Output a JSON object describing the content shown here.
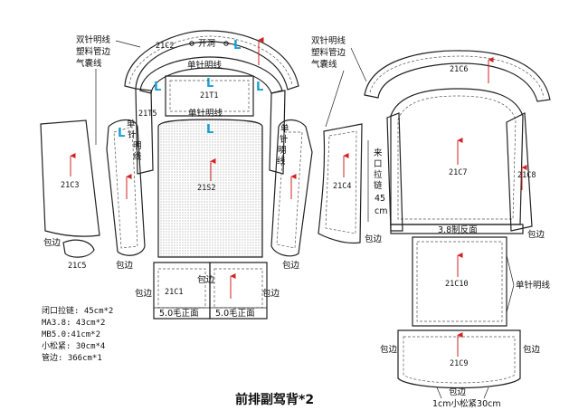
{
  "title": "前排副驾背*2",
  "labels": {
    "twin_needle_1": "双针明线",
    "plastic_piping_1": "塑料管边",
    "airbag_line_1": "气囊线",
    "twin_needle_2": "双针明线",
    "plastic_piping_2": "塑料管边",
    "airbag_line_2": "气囊线",
    "single_needle_top": "单针明线",
    "single_needle_mid": "单针明线",
    "single_needle_right": "单针明线",
    "single_left_v": "单针明线",
    "single_right_v": "单针明线",
    "opening": "开洞",
    "zipper_v": "来口拉链45cm",
    "zipper_strip": "3.8制反面",
    "bind_a": "包边",
    "bind_b": "包边",
    "bind_c": "包边",
    "bind_d": "包边",
    "bind_e": "包边",
    "bind_f": "包边",
    "bind_g": "包边",
    "bind_h": "包边",
    "bind_i": "包边",
    "bind_j": "包边",
    "bind_k": "包边",
    "elastic": "1cm小松紧30cm",
    "front_label_1": "5.0毛正面",
    "front_label_2": "5.0毛正面",
    "L": "L"
  },
  "pieces": {
    "c2": "21C2",
    "t1": "21T1",
    "t5": "21T5",
    "s2": "21S2",
    "c3": "21C3",
    "c5": "21C5",
    "c1": "21C1",
    "c4": "21C4",
    "c6": "21C6",
    "c7": "21C7",
    "c8": "21C8",
    "c10": "21C10",
    "c9": "21C9"
  },
  "notes": [
    "闭口拉链: 45cm*2",
    "MA3.8: 43cm*2",
    "MB5.0:41cm*2",
    "小松紧: 30cm*4",
    "管边: 366cm*1"
  ]
}
